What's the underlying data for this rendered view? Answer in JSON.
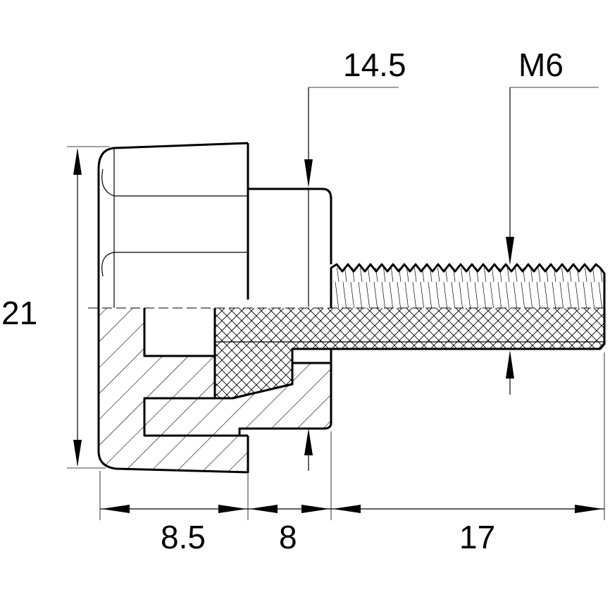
{
  "drawing": {
    "dimensions": {
      "overall_height": "21",
      "head_length": "8.5",
      "collar_length": "8",
      "thread_length": "17",
      "collar_diameter": "14.5",
      "thread_size": "M6"
    }
  }
}
